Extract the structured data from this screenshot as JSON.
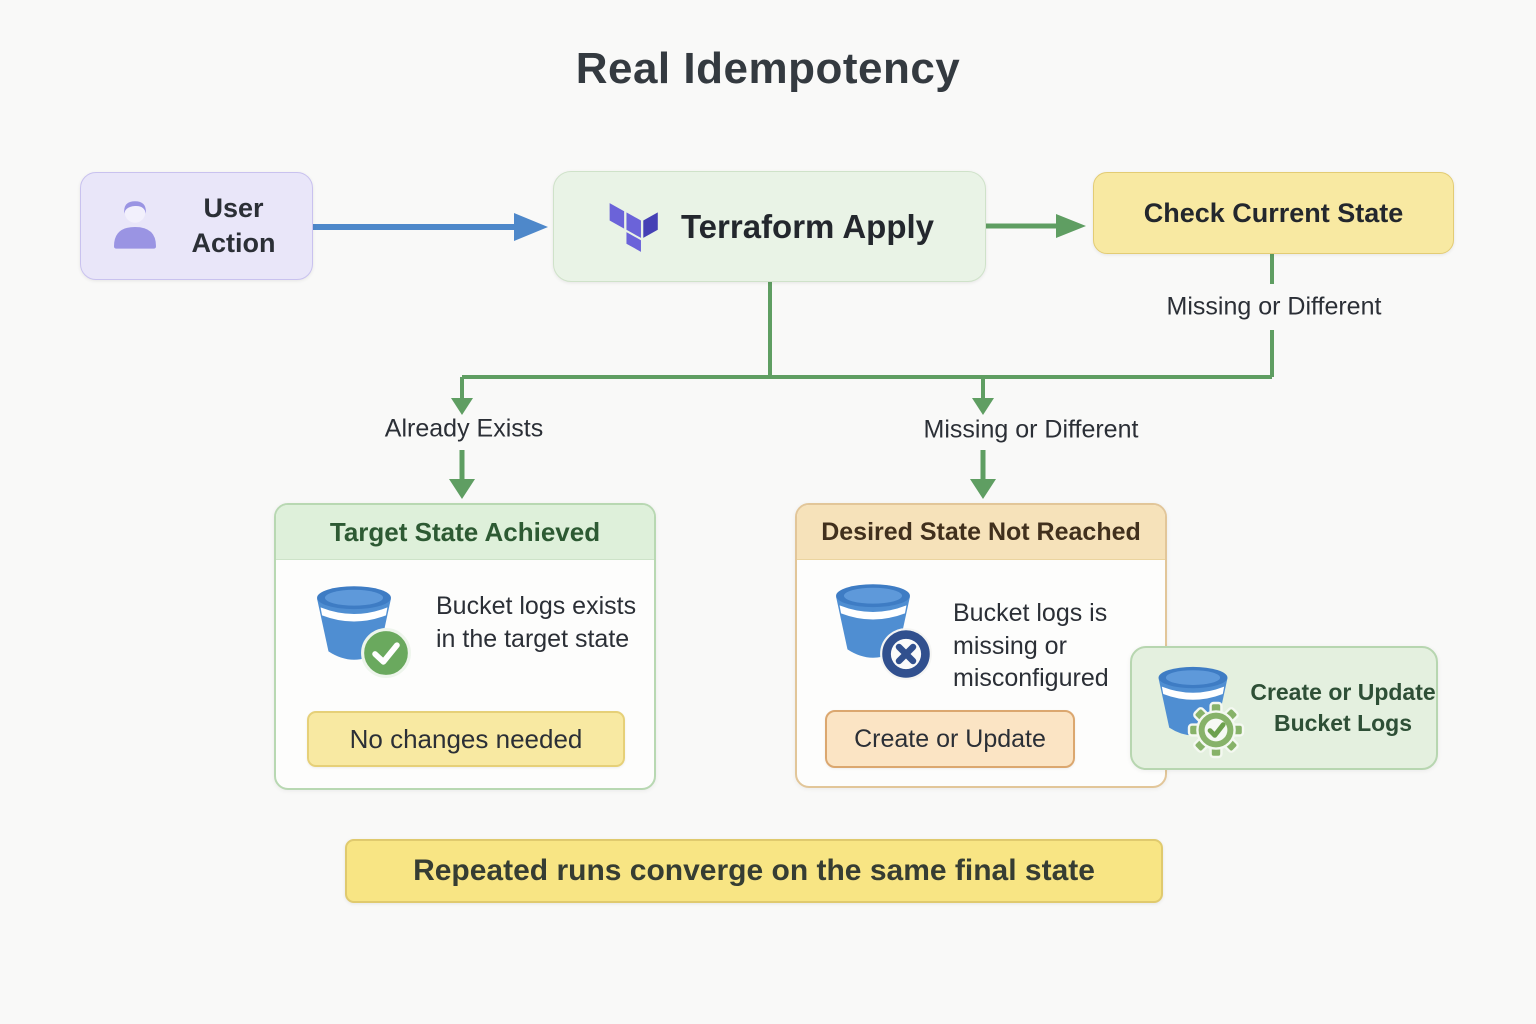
{
  "title": "Real Idempotency",
  "nodes": {
    "user_action": {
      "label": "User Action"
    },
    "terraform_apply": {
      "label": "Terraform Apply"
    },
    "check_current_state": {
      "label": "Check Current State"
    },
    "target_state": {
      "header": "Target State Achieved",
      "description": "Bucket logs exists in the target state",
      "badge": "No changes needed"
    },
    "desired_state": {
      "header": "Desired State Not Reached",
      "description": "Bucket logs is missing or misconfigured",
      "action": "Create or Update"
    },
    "create_update_result": {
      "label": "Create or Update Bucket Logs"
    },
    "footer_banner": {
      "label": "Repeated runs converge on the same final state"
    }
  },
  "edge_labels": {
    "check_to_branch": "Missing or Different",
    "left_branch": "Already Exists",
    "right_branch": "Missing or Different"
  },
  "icons": {
    "user": "user-icon",
    "terraform": "terraform-logo",
    "bucket_check": "bucket-with-check-icon",
    "bucket_x": "bucket-with-x-icon",
    "bucket_gear": "bucket-with-gear-check-icon"
  },
  "colors": {
    "background": "#f9f9f8",
    "title_text": "#343a40",
    "user_box_bg": "#e9e6f9",
    "user_icon": "#9a94e3",
    "terraform_box_bg": "#e9f3e6",
    "terraform_logo_light": "#6b63d9",
    "terraform_logo_dark": "#4540b5",
    "yellow_bg": "#f8e9a2",
    "yellow_border": "#e3cc74",
    "green_connector": "#5f9e62",
    "blue_arrow": "#4e88ca",
    "target_header_bg": "#def0da",
    "target_header_text": "#2d5a33",
    "desired_header_bg": "#f6e2ba",
    "desired_header_text": "#41301d",
    "orange_pill_bg": "#fbe4c4",
    "orange_pill_border": "#dba76f",
    "result_box_bg": "#e4f0df",
    "result_text": "#2e4f36",
    "banner_bg": "#f8e584",
    "bucket_blue": "#4f8ed2",
    "check_badge_green": "#6aa95e",
    "x_badge_navy": "#31508e",
    "gear_badge_green": "#87b269"
  }
}
